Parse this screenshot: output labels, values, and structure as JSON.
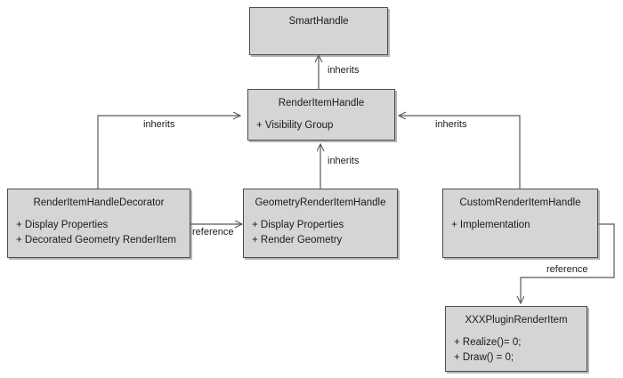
{
  "diagram": {
    "kind": "uml-class-diagram",
    "background_color": "#ffffff",
    "node_fill_color": "#d5d5d5",
    "node_border_color": "#4d4d4d",
    "edge_color": "#595959",
    "nodes": [
      {
        "id": "smart-handle",
        "title": "SmartHandle",
        "attributes": []
      },
      {
        "id": "render-item-handle",
        "title": "RenderItemHandle",
        "attributes": [
          "+ Visibility Group"
        ]
      },
      {
        "id": "render-item-handle-decorator",
        "title": "RenderItemHandleDecorator",
        "attributes": [
          "+ Display Properties",
          "+ Decorated Geometry RenderItem"
        ]
      },
      {
        "id": "geometry-render-item-handle",
        "title": "GeometryRenderItemHandle",
        "attributes": [
          "+ Display Properties",
          "+ Render Geometry"
        ]
      },
      {
        "id": "custom-render-item-handle",
        "title": "CustomRenderItemHandle",
        "attributes": [
          "+ Implementation"
        ]
      },
      {
        "id": "xxx-plugin-render-item",
        "title": "XXXPluginRenderItem",
        "attributes": [
          "+ Realize()= 0;",
          "+ Draw() = 0;"
        ]
      }
    ],
    "edges": [
      {
        "id": "edge-rih-to-smarthandle",
        "label": "inherits",
        "from": "render-item-handle",
        "to": "smart-handle"
      },
      {
        "id": "edge-decorator-to-rih",
        "label": "inherits",
        "from": "render-item-handle-decorator",
        "to": "render-item-handle"
      },
      {
        "id": "edge-geometry-to-rih",
        "label": "inherits",
        "from": "geometry-render-item-handle",
        "to": "render-item-handle"
      },
      {
        "id": "edge-custom-to-rih",
        "label": "inherits",
        "from": "custom-render-item-handle",
        "to": "render-item-handle"
      },
      {
        "id": "edge-decorator-to-geometry",
        "label": "reference",
        "from": "render-item-handle-decorator",
        "to": "geometry-render-item-handle"
      },
      {
        "id": "edge-custom-to-plugin",
        "label": "reference",
        "from": "custom-render-item-handle",
        "to": "xxx-plugin-render-item"
      }
    ]
  }
}
